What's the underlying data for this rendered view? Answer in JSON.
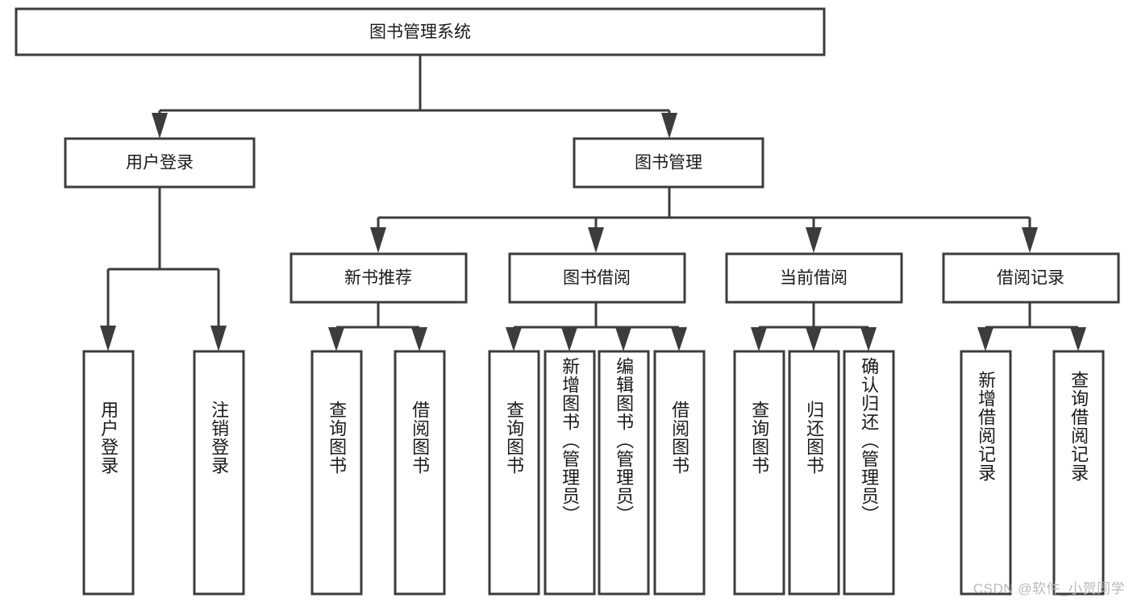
{
  "diagram": {
    "type": "hierarchy-tree",
    "title_text": "图书管理系统",
    "orientation": "top-down",
    "colors": {
      "box_stroke": "#3c3c3c",
      "box_fill": "#ffffff",
      "connector": "#3c3c3c",
      "text": "#1a1a1a",
      "background": "#ffffff",
      "watermark": "#b9b9b9"
    },
    "root": {
      "label": "图书管理系统"
    },
    "level2": [
      {
        "label": "用户登录"
      },
      {
        "label": "图书管理"
      }
    ],
    "level3": [
      {
        "label": "新书推荐"
      },
      {
        "label": "图书借阅"
      },
      {
        "label": "当前借阅"
      },
      {
        "label": "借阅记录"
      }
    ],
    "leaves": {
      "user_login": [
        {
          "label": "用户登录"
        },
        {
          "label": "注销登录"
        }
      ],
      "new_book_recommend": [
        {
          "label": "查询图书"
        },
        {
          "label": "借阅图书"
        }
      ],
      "book_borrow": [
        {
          "label": "查询图书"
        },
        {
          "label": "新增图书（管理员）"
        },
        {
          "label": "编辑图书（管理员）"
        },
        {
          "label": "借阅图书"
        }
      ],
      "current_borrow": [
        {
          "label": "查询图书"
        },
        {
          "label": "归还图书"
        },
        {
          "label": "确认归还（管理员）"
        }
      ],
      "borrow_record": [
        {
          "label": "新增借阅记录"
        },
        {
          "label": "查询借阅记录"
        }
      ]
    }
  },
  "watermark": {
    "text": "CSDN @软件_小贺同学"
  }
}
